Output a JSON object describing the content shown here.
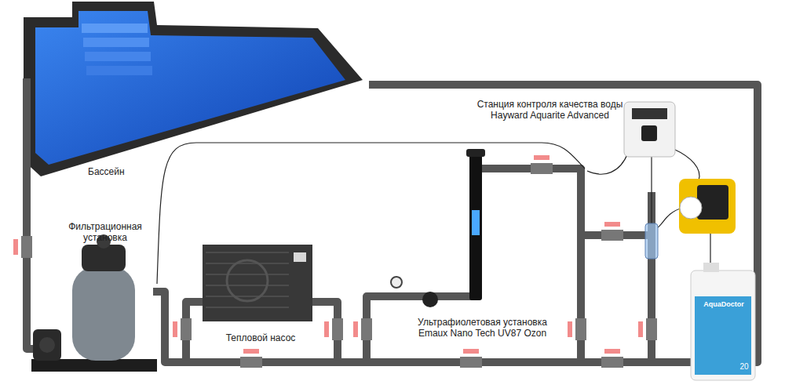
{
  "diagram": {
    "labels": [
      "Бассейн",
      "Фильтрационная установка",
      "Тепловой насос",
      "Ультрафиолетовая установка Emaux Nano Tech UV87 Ozon",
      "Станция контроля качества воды Hayward Aquarite Advanced",
      "AquaDoctor",
      "20"
    ]
  }
}
